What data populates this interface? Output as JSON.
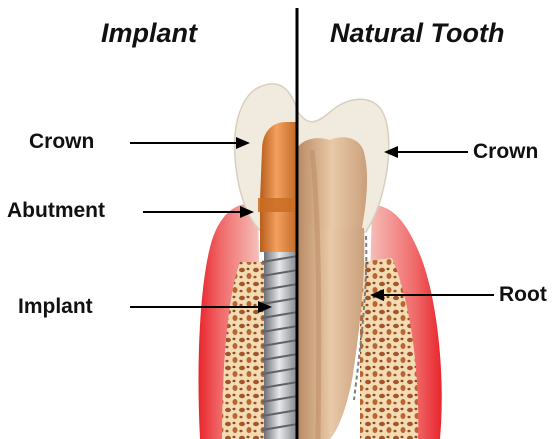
{
  "headings": {
    "left": "Implant",
    "right": "Natural Tooth"
  },
  "labels": {
    "left": [
      "Crown",
      "Abutment",
      "Implant"
    ],
    "right": [
      "Crown",
      "Root"
    ]
  },
  "colors": {
    "gum": "#e8262c",
    "bone": "#f3dcb4",
    "bone_pores": "#a2552a",
    "enamel": "#f1ebdf",
    "abutment": "#d47a2b",
    "implant_post": "#a3a7ad",
    "dentin": "#d3ad87"
  }
}
